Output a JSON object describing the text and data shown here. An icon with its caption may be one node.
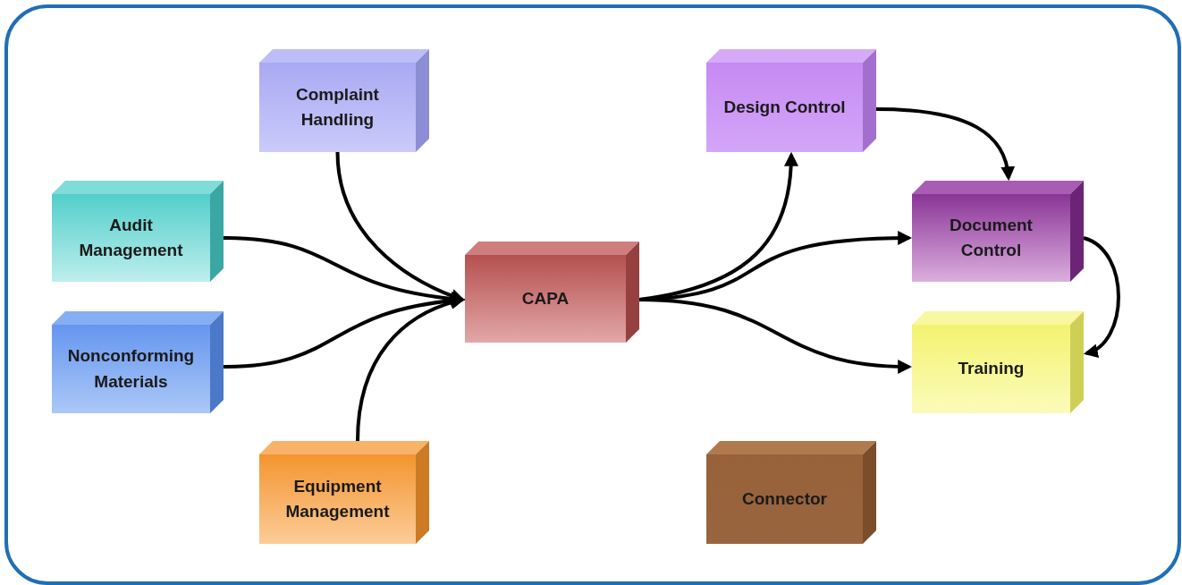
{
  "diagram": {
    "nodes": [
      {
        "text": [
          "Complaint Handling"
        ]
      },
      {
        "text": [
          "Design Control"
        ]
      },
      {
        "text": [
          "Audit Management"
        ]
      },
      {
        "text": [
          "Document Control"
        ]
      },
      {
        "text": [
          "CAPA"
        ]
      },
      {
        "text": [
          "Nonconforming Materials"
        ]
      },
      {
        "text": [
          "Training"
        ]
      },
      {
        "text": [
          "Equipment Management"
        ]
      },
      {
        "text": [
          "Connector"
        ]
      }
    ],
    "edges": [
      {
        "from": 0,
        "to": 4,
        "arrow": "to"
      },
      {
        "from": 2,
        "to": 4,
        "arrow": "to"
      },
      {
        "from": 5,
        "to": 4,
        "arrow": "to"
      },
      {
        "from": 7,
        "to": 4,
        "arrow": "to"
      },
      {
        "from": 4,
        "to": 1,
        "arrow": "to"
      },
      {
        "from": 4,
        "to": 3,
        "arrow": "to"
      },
      {
        "from": 4,
        "to": 6,
        "arrow": "to"
      },
      {
        "from": 1,
        "to": 3,
        "arrow": "to"
      },
      {
        "from": 3,
        "to": 6,
        "arrow": "to"
      }
    ]
  }
}
